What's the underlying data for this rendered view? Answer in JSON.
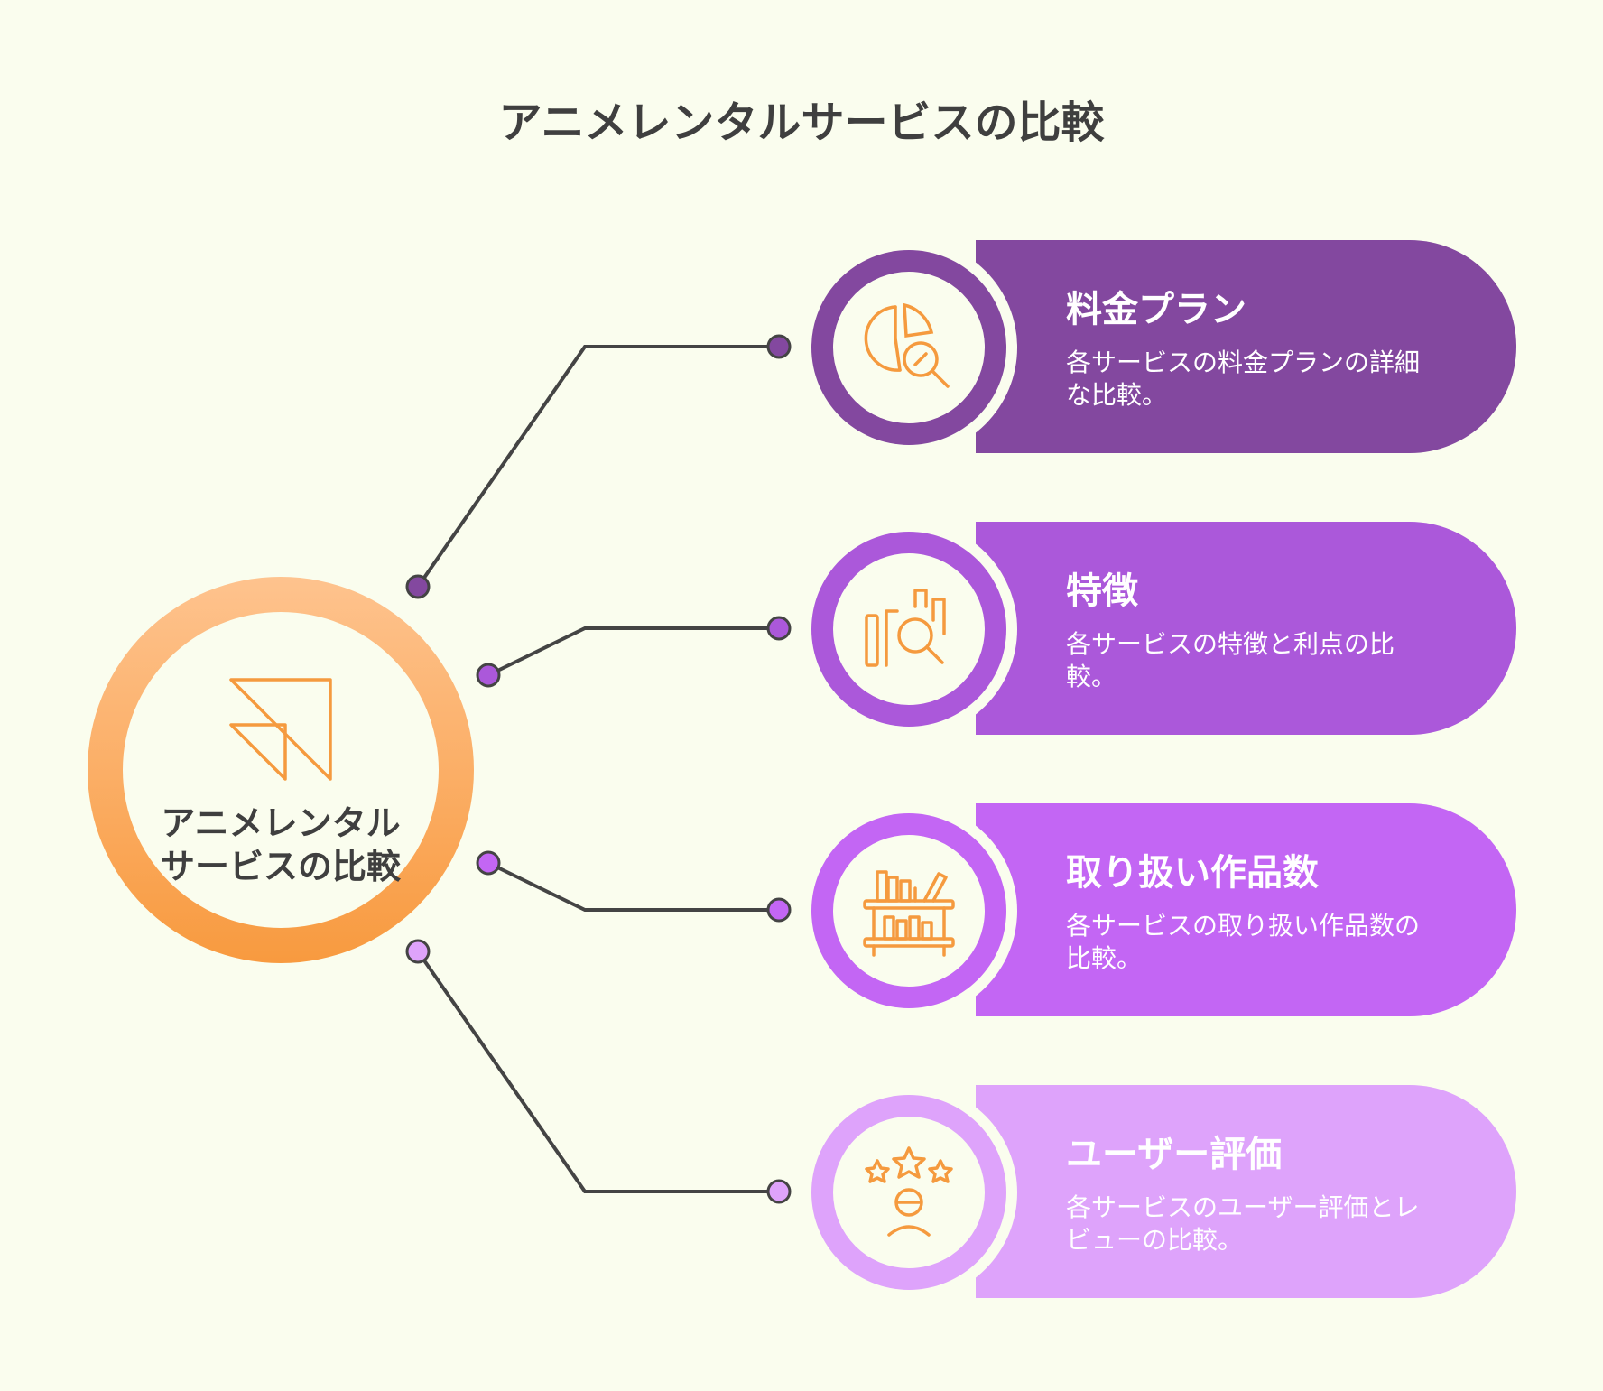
{
  "title": "アニメレンタルサービスの比較",
  "hub": {
    "label_line1": "アニメレンタル",
    "label_line2": "サービスの比較",
    "icon": "double-triangle-arrow-icon"
  },
  "items": [
    {
      "title": "料金プラン",
      "description": "各サービスの料金プランの詳細な比較。",
      "icon": "pie-chart-magnifier-icon",
      "color": "#83489f"
    },
    {
      "title": "特徴",
      "description": "各サービスの特徴と利点の比較。",
      "icon": "bar-chart-magnifier-icon",
      "color": "#ab58da"
    },
    {
      "title": "取り扱い作品数",
      "description": "各サービスの取り扱い作品数の比較。",
      "icon": "bookshelf-icon",
      "color": "#c366f4"
    },
    {
      "title": "ユーザー評価",
      "description": "各サービスのユーザー評価とレビューの比較。",
      "icon": "user-stars-rating-icon",
      "color": "#dea3fb"
    }
  ],
  "colors": {
    "background": "#fafdee",
    "hub_gradient_top": "#fec38e",
    "hub_gradient_bottom": "#f89a3f",
    "icon_stroke": "#f59a3e",
    "connector": "#444444",
    "title_text": "#3f3f3f"
  }
}
